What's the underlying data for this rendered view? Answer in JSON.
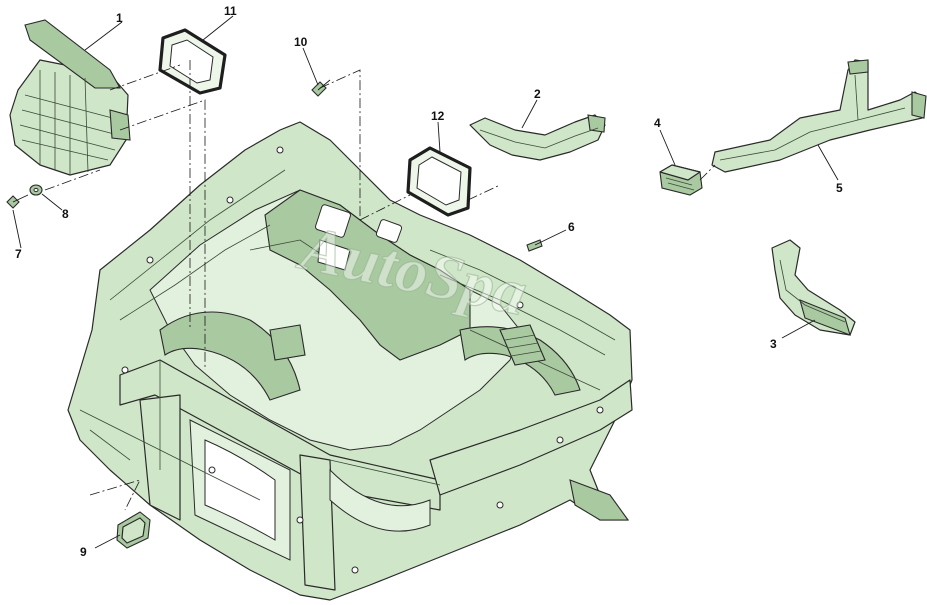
{
  "diagram": {
    "watermark": "AutoSpa",
    "callouts": {
      "c1": "1",
      "c2": "2",
      "c3": "3",
      "c4": "4",
      "c5": "5",
      "c6": "6",
      "c7": "7",
      "c8": "8",
      "c9": "9",
      "c10": "10",
      "c11": "11",
      "c12": "12"
    },
    "colors": {
      "part_fill": "#cfe6c8",
      "part_shade": "#a9c9a1",
      "outline": "#2a2a2a"
    }
  }
}
